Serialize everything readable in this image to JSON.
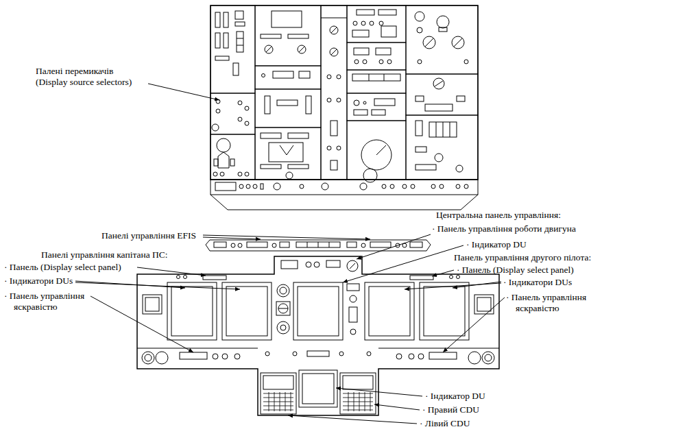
{
  "diagram": {
    "labels": [
      "Палені перемикачів (Display source selectors)",
      "Панелі управління EFIS",
      "Центральна панель управління:",
      "· Панель управління роботи двигуна",
      "· Індикатор DU",
      "Панелі управління капітана ПС:",
      "· Панель (Display select panel)",
      "Панель управління другого пілота:",
      "· Панель (Display select panel)",
      "· Індикатори DUs",
      "· Індикатори DUs",
      "· Панель управління яскравістю",
      "· Панель управління яскравістю",
      "· Індикатор DU",
      "· Правий CDU",
      "· Лівий CDU"
    ]
  }
}
